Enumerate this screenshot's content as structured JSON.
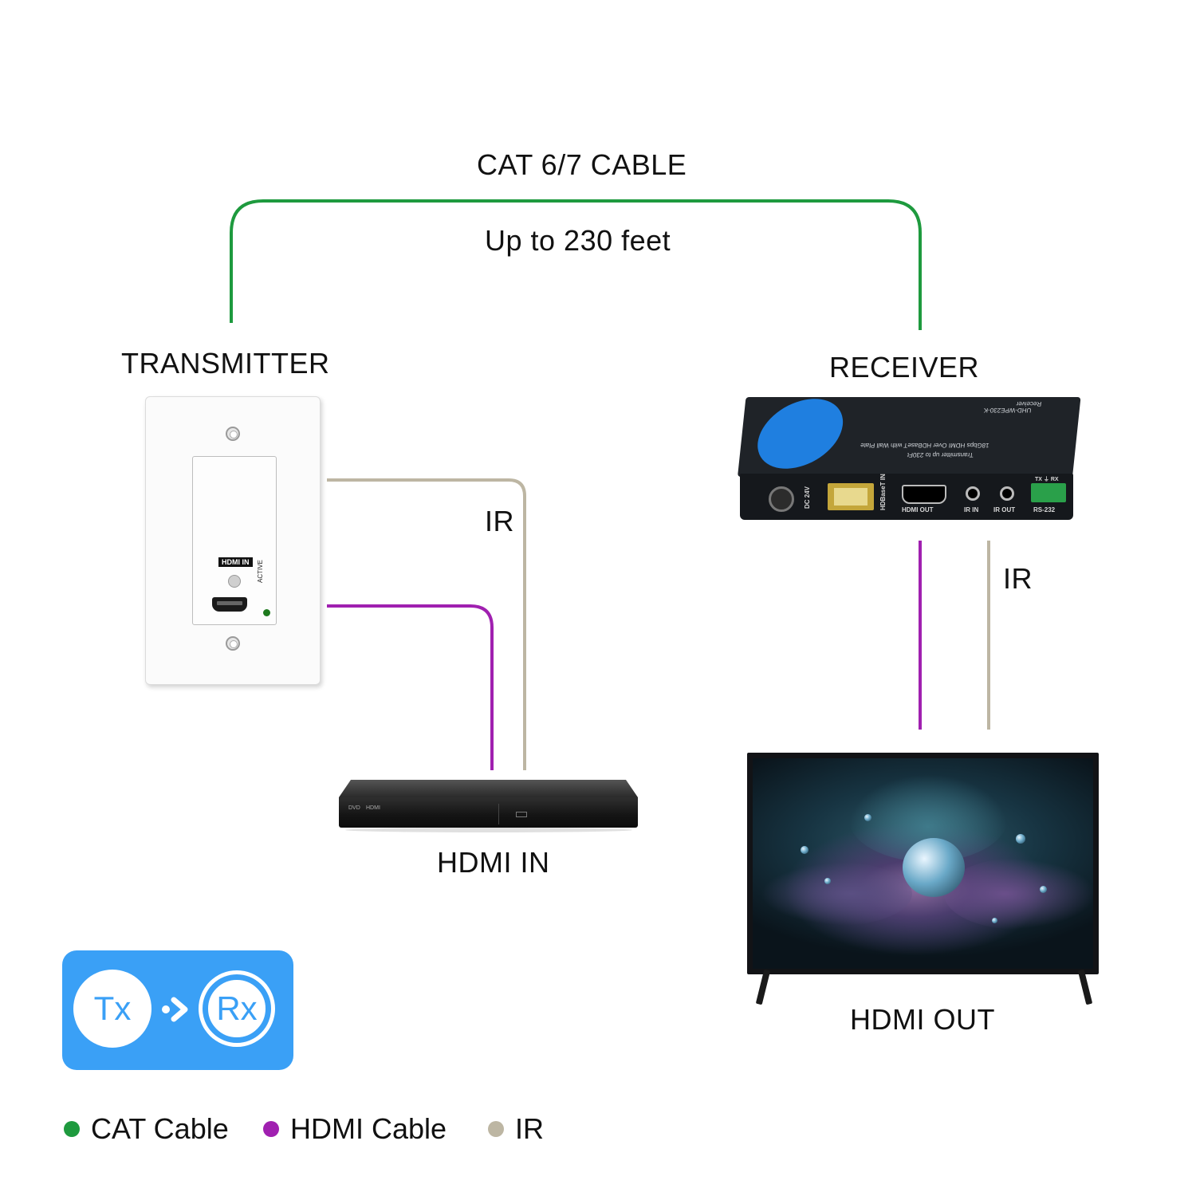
{
  "labels": {
    "cable_title": "CAT 6/7 CABLE",
    "cable_sub": "Up to 230 feet",
    "transmitter": "TRANSMITTER",
    "receiver": "RECEIVER",
    "ir_left": "IR",
    "ir_right": "IR",
    "hdmi_in": "HDMI IN",
    "hdmi_out": "HDMI OUT"
  },
  "wall_plate": {
    "port_tag": "HDMI IN",
    "led_label": "ACTIVE"
  },
  "receiver_box": {
    "brand_text": "UHD-WPE230-K",
    "desc_line1": "18Gbps HDMI Over HDBaseT with Wall Plate",
    "desc_line2": "Transmitter up to 230Ft",
    "model_name": "Receiver",
    "ports": {
      "dc": "DC 24V",
      "hdbaset": "HDBaseT IN",
      "hdmi_out": "HDMI OUT",
      "ir_in": "IR IN",
      "ir_out": "IR OUT",
      "rs232": "RS-232",
      "txrx": "TX ⏚ RX"
    }
  },
  "dvd": {
    "logo": "DVD",
    "hdmi_logo": "HDMI"
  },
  "badge": {
    "tx": "Tx",
    "rx": "Rx",
    "icon": "chevron-right-icon"
  },
  "legend": [
    {
      "label": "CAT Cable",
      "color": "#1e9a3e"
    },
    {
      "label": "HDMI Cable",
      "color": "#a020b0"
    },
    {
      "label": "IR",
      "color": "#bdb6a3"
    }
  ],
  "colors": {
    "cat": "#1e9a3e",
    "hdmi": "#a020b0",
    "ir": "#bdb6a3",
    "badge": "#3aa0f6"
  }
}
